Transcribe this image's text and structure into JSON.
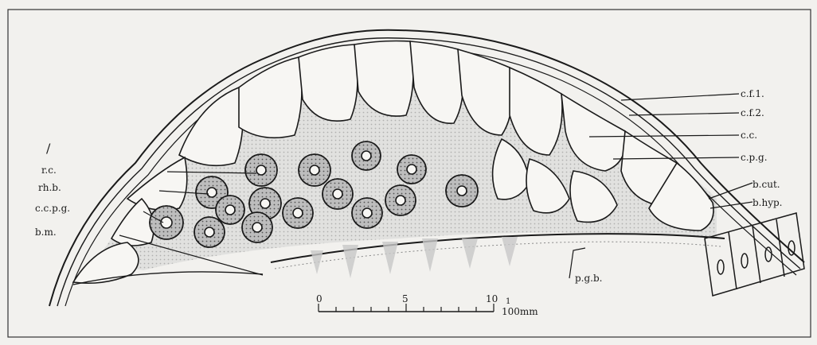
{
  "labels": {
    "cf1": "c.f.1.",
    "cf2": "c.f.2.",
    "cc": "c.c.",
    "cpg": "c.p.g.",
    "bcut": "b.cut.",
    "bhyp": "b.hyp.",
    "rc": "r.c.",
    "rhb": "rh.b.",
    "ccpg": "c.c.p.g.",
    "bm": "b.m.",
    "pgb": "p.g.b.",
    "slash": "/"
  },
  "scale_bar": {
    "tick_0": "0",
    "tick_5": "5",
    "tick_10": "10",
    "unit_numerator": "1",
    "unit_denominator": "100mm"
  },
  "colors": {
    "ink": "#1a1a1a",
    "paper": "#f2f1ee",
    "stipple": "#b5b5b5"
  }
}
